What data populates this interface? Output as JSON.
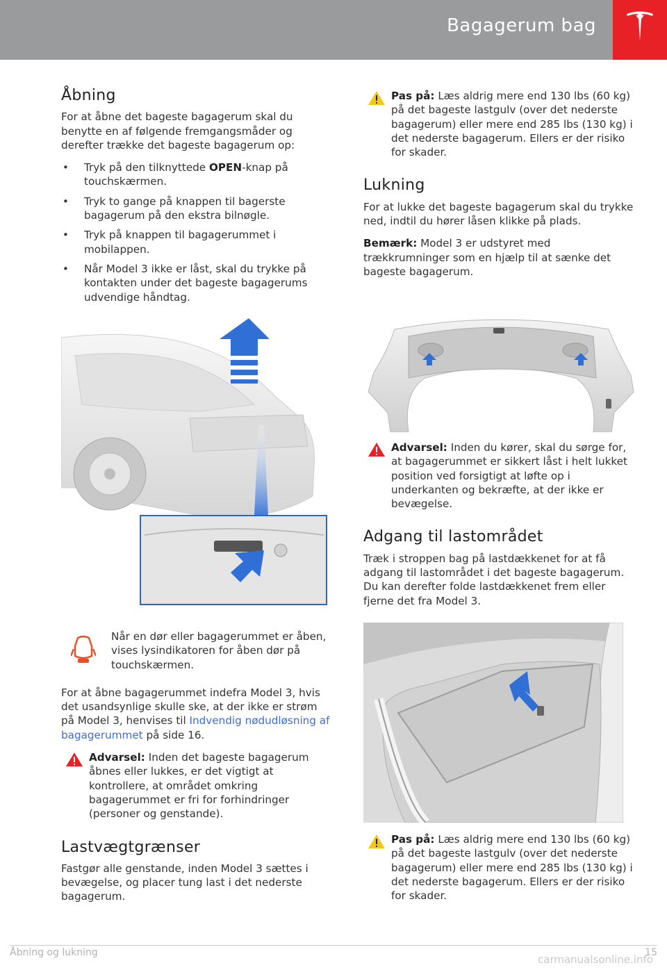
{
  "header": {
    "title": "Bagagerum bag",
    "brand_color": "#e82127",
    "bar_color": "#9a9b9d",
    "logo_icon": "tesla-logo-icon"
  },
  "left": {
    "opening": {
      "heading": "Åbning",
      "intro": "For at åbne det bageste bagagerum skal du benytte en af følgende fremgangsmåder og derefter trække det bageste bagagerum op:",
      "bullets": [
        {
          "pre": "Tryk på den tilknyttede ",
          "bold": "OPEN",
          "post": "-knap på touchskærmen."
        },
        {
          "text": "Tryk to gange på knappen til bagerste bagagerum på den ekstra bilnøgle."
        },
        {
          "text": "Tryk på knappen til bagagerummet i mobilappen."
        },
        {
          "text": "Når Model 3 ikke er låst, skal du trykke på kontakten under det bageste bagagerums udvendige håndtag."
        }
      ],
      "indicator_text": "Når en dør eller bagagerummet er åben, vises lysindikatoren for åben dør på touchskærmen.",
      "inside_pre": "For at åbne bagagerummet indefra Model 3, hvis det usandsynlige skulle ske, at der ikke er strøm på Model 3, henvises til ",
      "inside_link": "Indvendig nødudløsning af bagagerummet",
      "inside_post": " på side 16.",
      "warning_label": "Advarsel:",
      "warning_text": " Inden det bageste bagagerum åbnes eller lukkes, er det vigtigt at kontrollere, at området omkring bagagerummet er fri for forhindringer (personer og genstande)."
    },
    "load_limits": {
      "heading": "Lastvægtgrænser",
      "text": "Fastgør alle genstande, inden Model 3 sættes i bevægelse, og placer tung last i det nederste bagagerum."
    }
  },
  "right": {
    "caution1_label": "Pas på:",
    "caution1_text": " Læs aldrig mere end 130 lbs (60 kg) på det bageste lastgulv (over det nederste bagagerum) eller mere end 285 lbs (130 kg) i det nederste bagagerum. Ellers er der risiko for skader.",
    "closing": {
      "heading": "Lukning",
      "text": "For at lukke det bageste bagagerum skal du trykke ned, indtil du hører låsen klikke på plads.",
      "note_label": "Bemærk:",
      "note_text": " Model 3 er udstyret med trækkrumninger som en hjælp til at sænke det bageste bagagerum."
    },
    "warning2_label": "Advarsel:",
    "warning2_text": " Inden du kører, skal du sørge for, at bagagerummet er sikkert låst i helt lukket position ved forsigtigt at løfte op i underkanten og bekræfte, at der ikke er bevægelse.",
    "cargo": {
      "heading": "Adgang til lastområdet",
      "text": "Træk i stroppen bag på lastdækkenet for at få adgang til lastområdet i det bageste bagagerum. Du kan derefter folde lastdækkenet frem eller fjerne det fra Model 3."
    },
    "caution2_label": "Pas på:",
    "caution2_text": " Læs aldrig mere end 130 lbs (60 kg) på det bageste lastgulv (over det nederste bagagerum) eller mere end 285 lbs (130 kg) i det nederste bagagerum. Ellers er der risiko for skader."
  },
  "footer": {
    "section": "Åbning og lukning",
    "page": "15",
    "watermark": "carmanualsonline.info"
  },
  "colors": {
    "warning_red": "#e82127",
    "caution_yellow": "#f4c81a",
    "arrow_blue": "#2f6fd6",
    "link_blue": "#3e6bdb"
  }
}
